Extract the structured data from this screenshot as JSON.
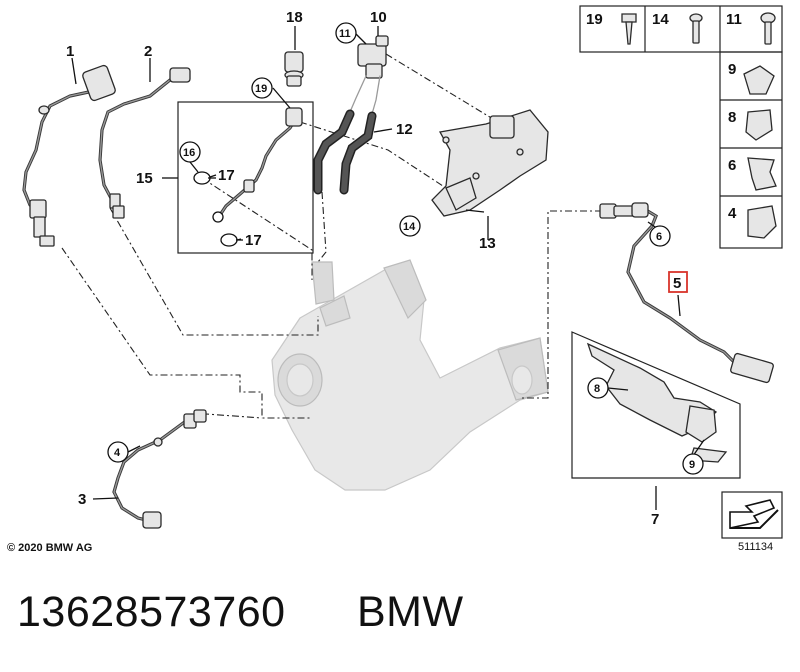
{
  "labels": {
    "p1": "1",
    "p2": "2",
    "p3": "3",
    "p4": "4",
    "p5": "5",
    "p6": "6",
    "p7": "7",
    "p8a": "8",
    "p8b": "8",
    "p9a": "9",
    "p9b": "9",
    "p10": "10",
    "p11": "11",
    "p12": "12",
    "p13": "13",
    "p14": "14",
    "p15": "15",
    "p16": "16",
    "p17a": "17",
    "p17b": "17",
    "p18": "18",
    "p19": "19",
    "p6b": "6",
    "p4b": "4",
    "tbl19": "19",
    "tbl14": "14",
    "tbl11": "11",
    "tbl9": "9",
    "tbl8": "8",
    "tbl6": "6",
    "tbl4": "4"
  },
  "highlight_color": "#d9342b",
  "highlighted_part": "5",
  "copyright": "© 2020 BMW AG",
  "diagram_id": "511134",
  "part_number": "13628573760",
  "brand": "BMW"
}
